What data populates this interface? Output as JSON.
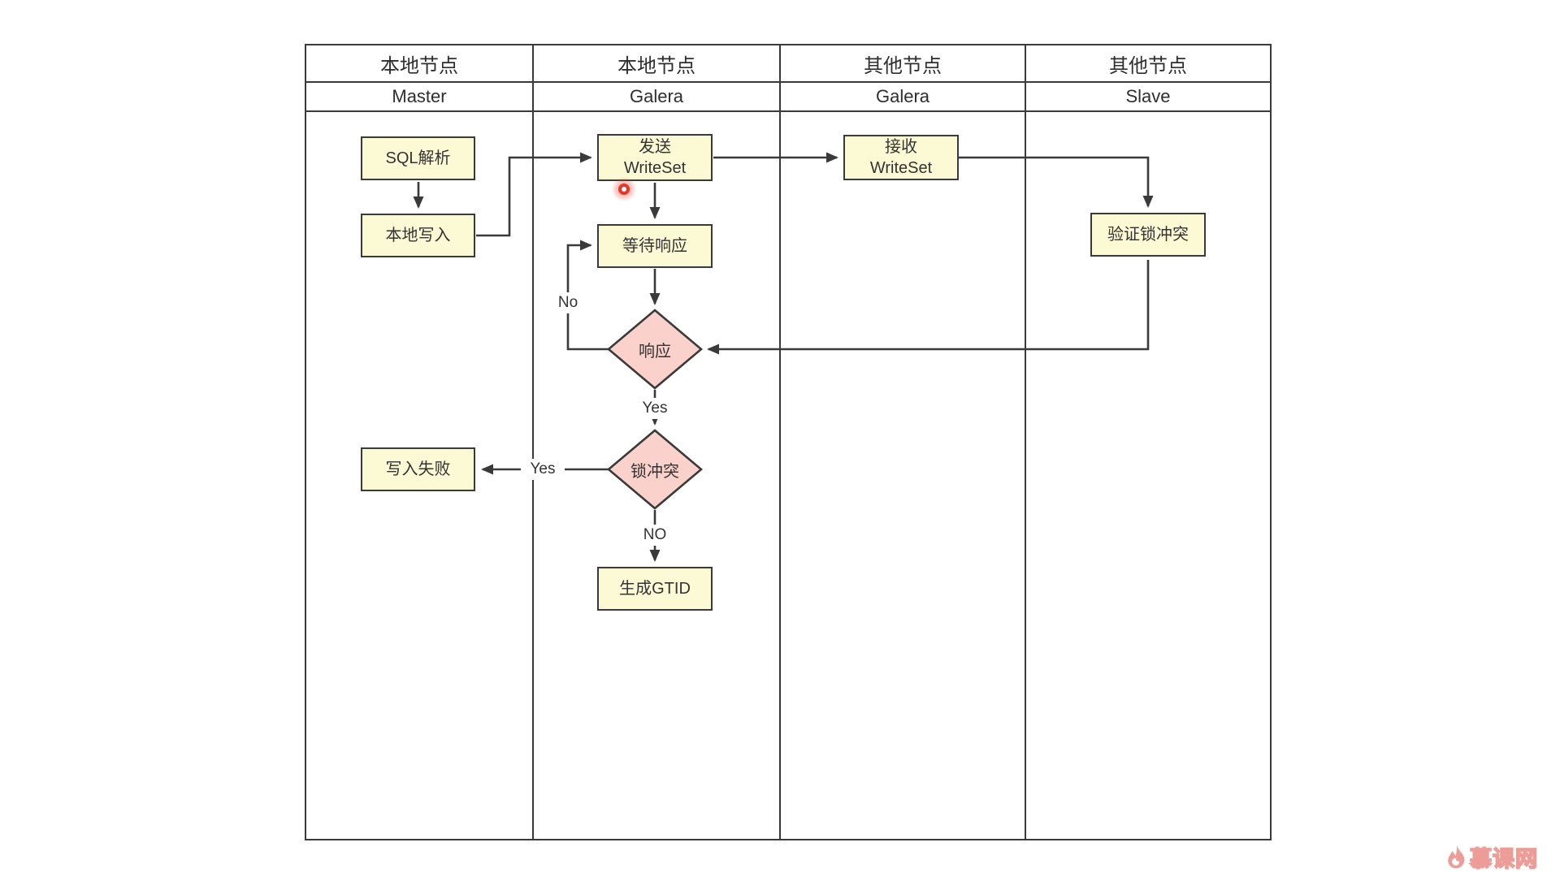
{
  "diagram": {
    "lanes": [
      {
        "group": "本地节点",
        "name": "Master"
      },
      {
        "group": "本地节点",
        "name": "Galera"
      },
      {
        "group": "其他节点",
        "name": "Galera"
      },
      {
        "group": "其他节点",
        "name": "Slave"
      }
    ],
    "nodes": {
      "sql_parse": "SQL解析",
      "local_write": "本地写入",
      "send_writeset": "发送\nWriteSet",
      "wait_response": "等待响应",
      "response": "响应",
      "lock_conflict": "锁冲突",
      "write_fail": "写入失败",
      "gen_gtid": "生成GTID",
      "recv_writeset": "接收\nWriteSet",
      "verify_lock": "验证锁冲突"
    },
    "edge_labels": {
      "no_loop": "No",
      "yes_down": "Yes",
      "yes_left": "Yes",
      "no_down": "NO"
    }
  },
  "colors": {
    "background": "#FFFFFF",
    "stroke": "#3A3A3A",
    "process_fill": "#FCF9D5",
    "decision_fill": "#FAD1CB",
    "click_indicator_red": "#E3382A",
    "watermark_pink": "#ED9D97"
  },
  "watermark": {
    "brand": "慕课网"
  }
}
